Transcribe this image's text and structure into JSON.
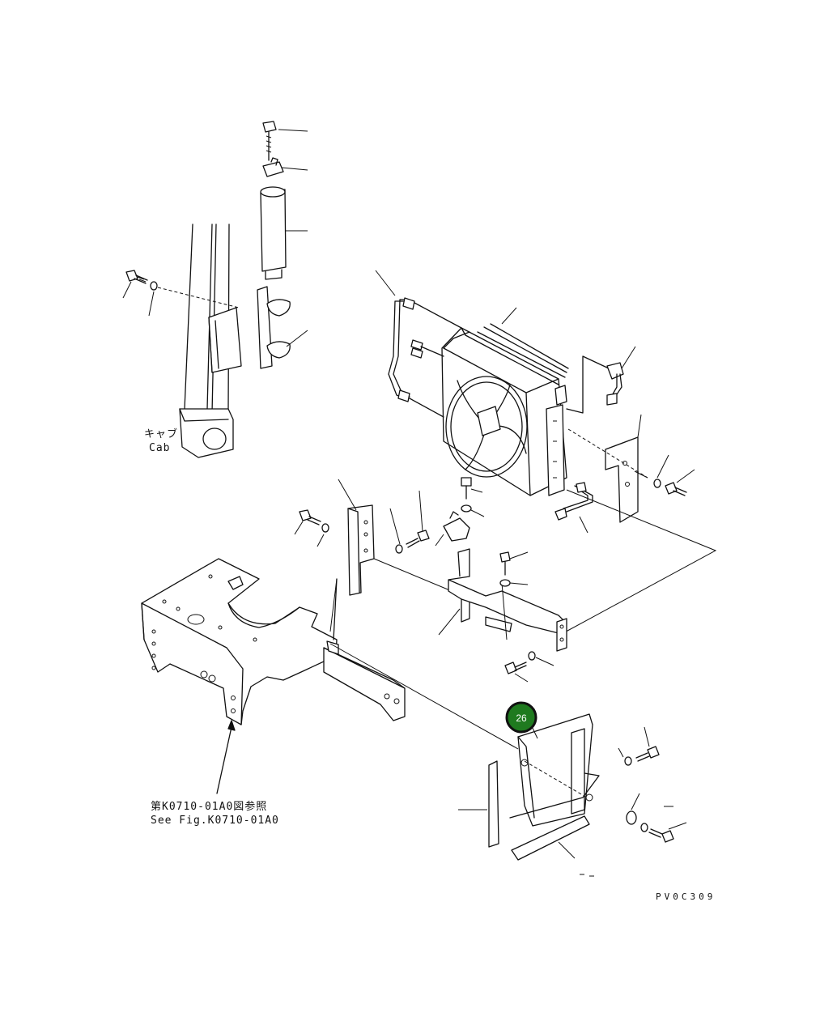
{
  "labels": {
    "cab_jp": "キャブ",
    "cab_en": "Cab",
    "ref_jp": "第K0710-01A0図参照",
    "ref_en": "See Fig.K0710-01A0",
    "drawing_code": "PV0C309"
  },
  "callout": {
    "number": "26",
    "color": "#1f7a1f",
    "border": "#111111"
  }
}
